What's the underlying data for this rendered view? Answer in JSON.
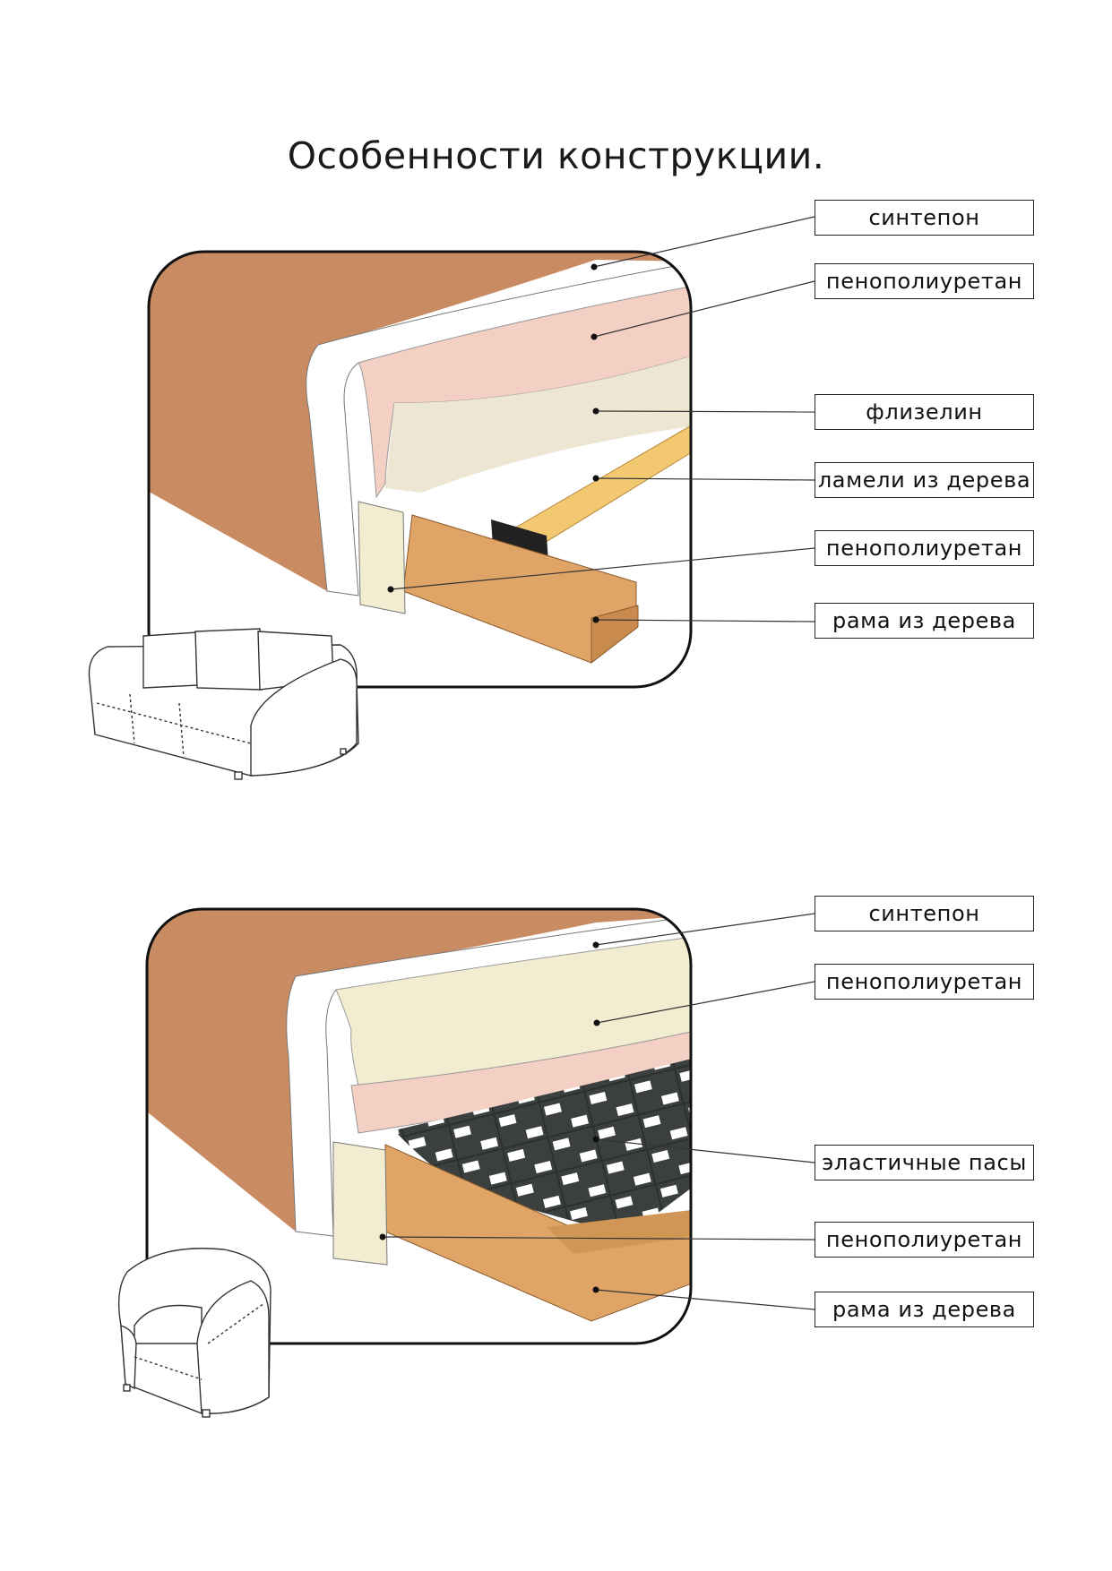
{
  "title": "Особенности конструкции.",
  "colors": {
    "fabric": "#c98b62",
    "pink_foam": "#f4cfc4",
    "cream_foam": "#f2ecd0",
    "white_layer": "#ffffff",
    "fleece": "#ece6d2",
    "slat": "#f2c871",
    "wood": "#e0a566",
    "belts": "#3b403f"
  },
  "diagram_top": {
    "labels": [
      "синтепон",
      "пенополиуретан",
      "флизелин",
      "ламели из дерева",
      "пенополиуретан",
      "рама из дерева"
    ]
  },
  "diagram_bottom": {
    "labels": [
      "синтепон",
      "пенополиуретан",
      "эластичные пасы",
      "пенополиуретан",
      "рама из дерева"
    ]
  }
}
